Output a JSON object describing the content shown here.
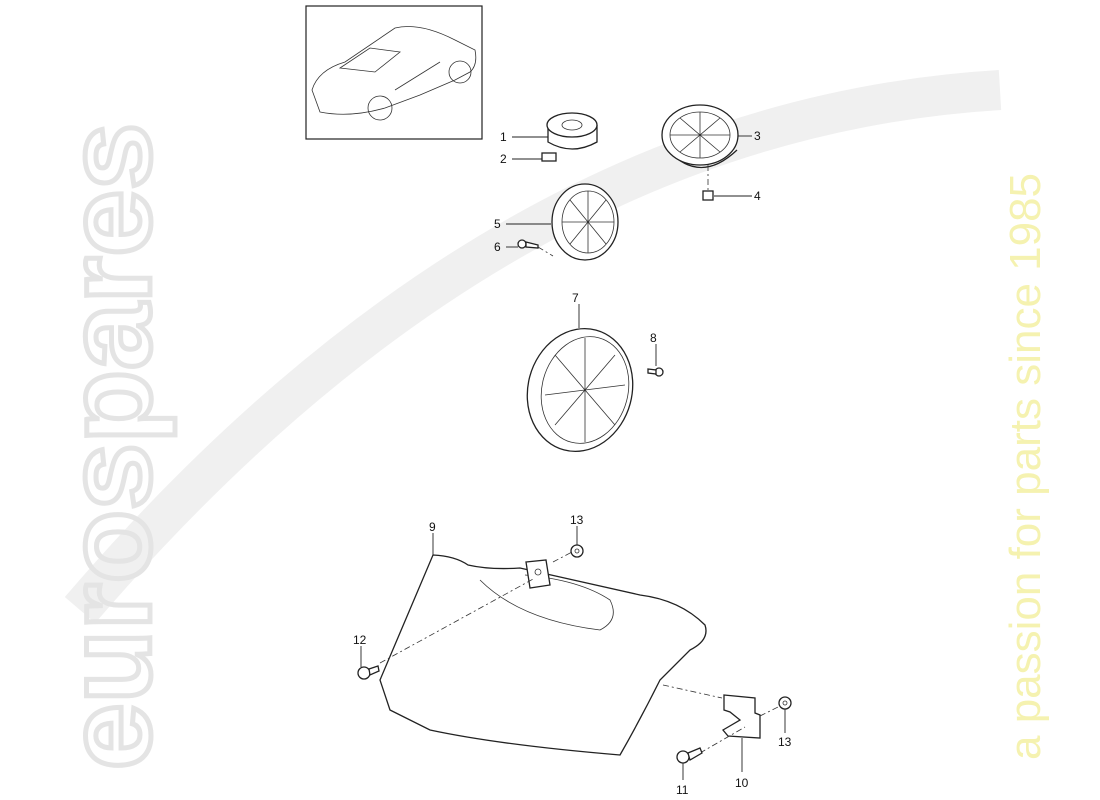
{
  "watermark": {
    "brand": "eurospares",
    "tagline": "a passion for parts since 1985",
    "brand_color": "#e6e6e6",
    "tagline_color": "#f3f0a0"
  },
  "callouts": [
    {
      "id": "1",
      "label": "1"
    },
    {
      "id": "2",
      "label": "2"
    },
    {
      "id": "3",
      "label": "3"
    },
    {
      "id": "4",
      "label": "4"
    },
    {
      "id": "5",
      "label": "5"
    },
    {
      "id": "6",
      "label": "6"
    },
    {
      "id": "7",
      "label": "7"
    },
    {
      "id": "8",
      "label": "8"
    },
    {
      "id": "9",
      "label": "9"
    },
    {
      "id": "13a",
      "label": "13"
    },
    {
      "id": "12",
      "label": "12"
    },
    {
      "id": "13b",
      "label": "13"
    },
    {
      "id": "10",
      "label": "10"
    },
    {
      "id": "11",
      "label": "11"
    }
  ]
}
